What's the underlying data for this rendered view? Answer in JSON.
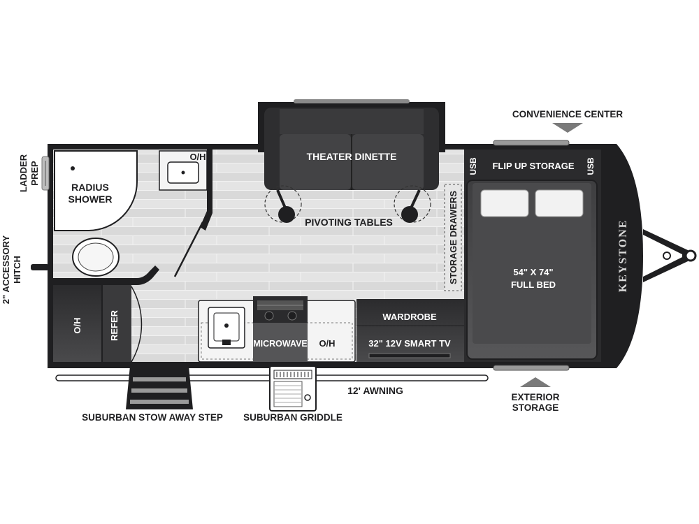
{
  "labels": {
    "convenience_center": "CONVENIENCE CENTER",
    "ladder_prep_1": "LADDER",
    "ladder_prep_2": "PREP",
    "accessory_hitch_1": "2\" ACCESSORY",
    "accessory_hitch_2": "HITCH",
    "radius_shower_1": "RADIUS",
    "radius_shower_2": "SHOWER",
    "bath_oh": "O/H",
    "theater_dinette": "THEATER DINETTE",
    "pivoting_tables": "PIVOTING TABLES",
    "storage_drawers": "STORAGE DRAWERS",
    "usb_left": "USB",
    "usb_right": "USB",
    "flip_up_storage": "FLIP UP STORAGE",
    "bed_size": "54\" X 74\"",
    "bed_type": "FULL BED",
    "brand": "KEYSTONE",
    "rear_oh": "O/H",
    "refer": "REFER",
    "microwave": "MICROWAVE",
    "galley_oh": "O/H",
    "wardrobe": "WARDROBE",
    "smart_tv": "32\" 12V SMART TV",
    "awning": "12' AWNING",
    "exterior_storage_1": "EXTERIOR",
    "exterior_storage_2": "STORAGE",
    "stow_away_step": "SUBURBAN STOW AWAY STEP",
    "griddle": "SUBURBAN GRIDDLE"
  },
  "colors": {
    "dark": "#1f1f21",
    "cabinet": "#3a3a3c",
    "floor": "#dcdcdc",
    "white": "#ffffff"
  }
}
